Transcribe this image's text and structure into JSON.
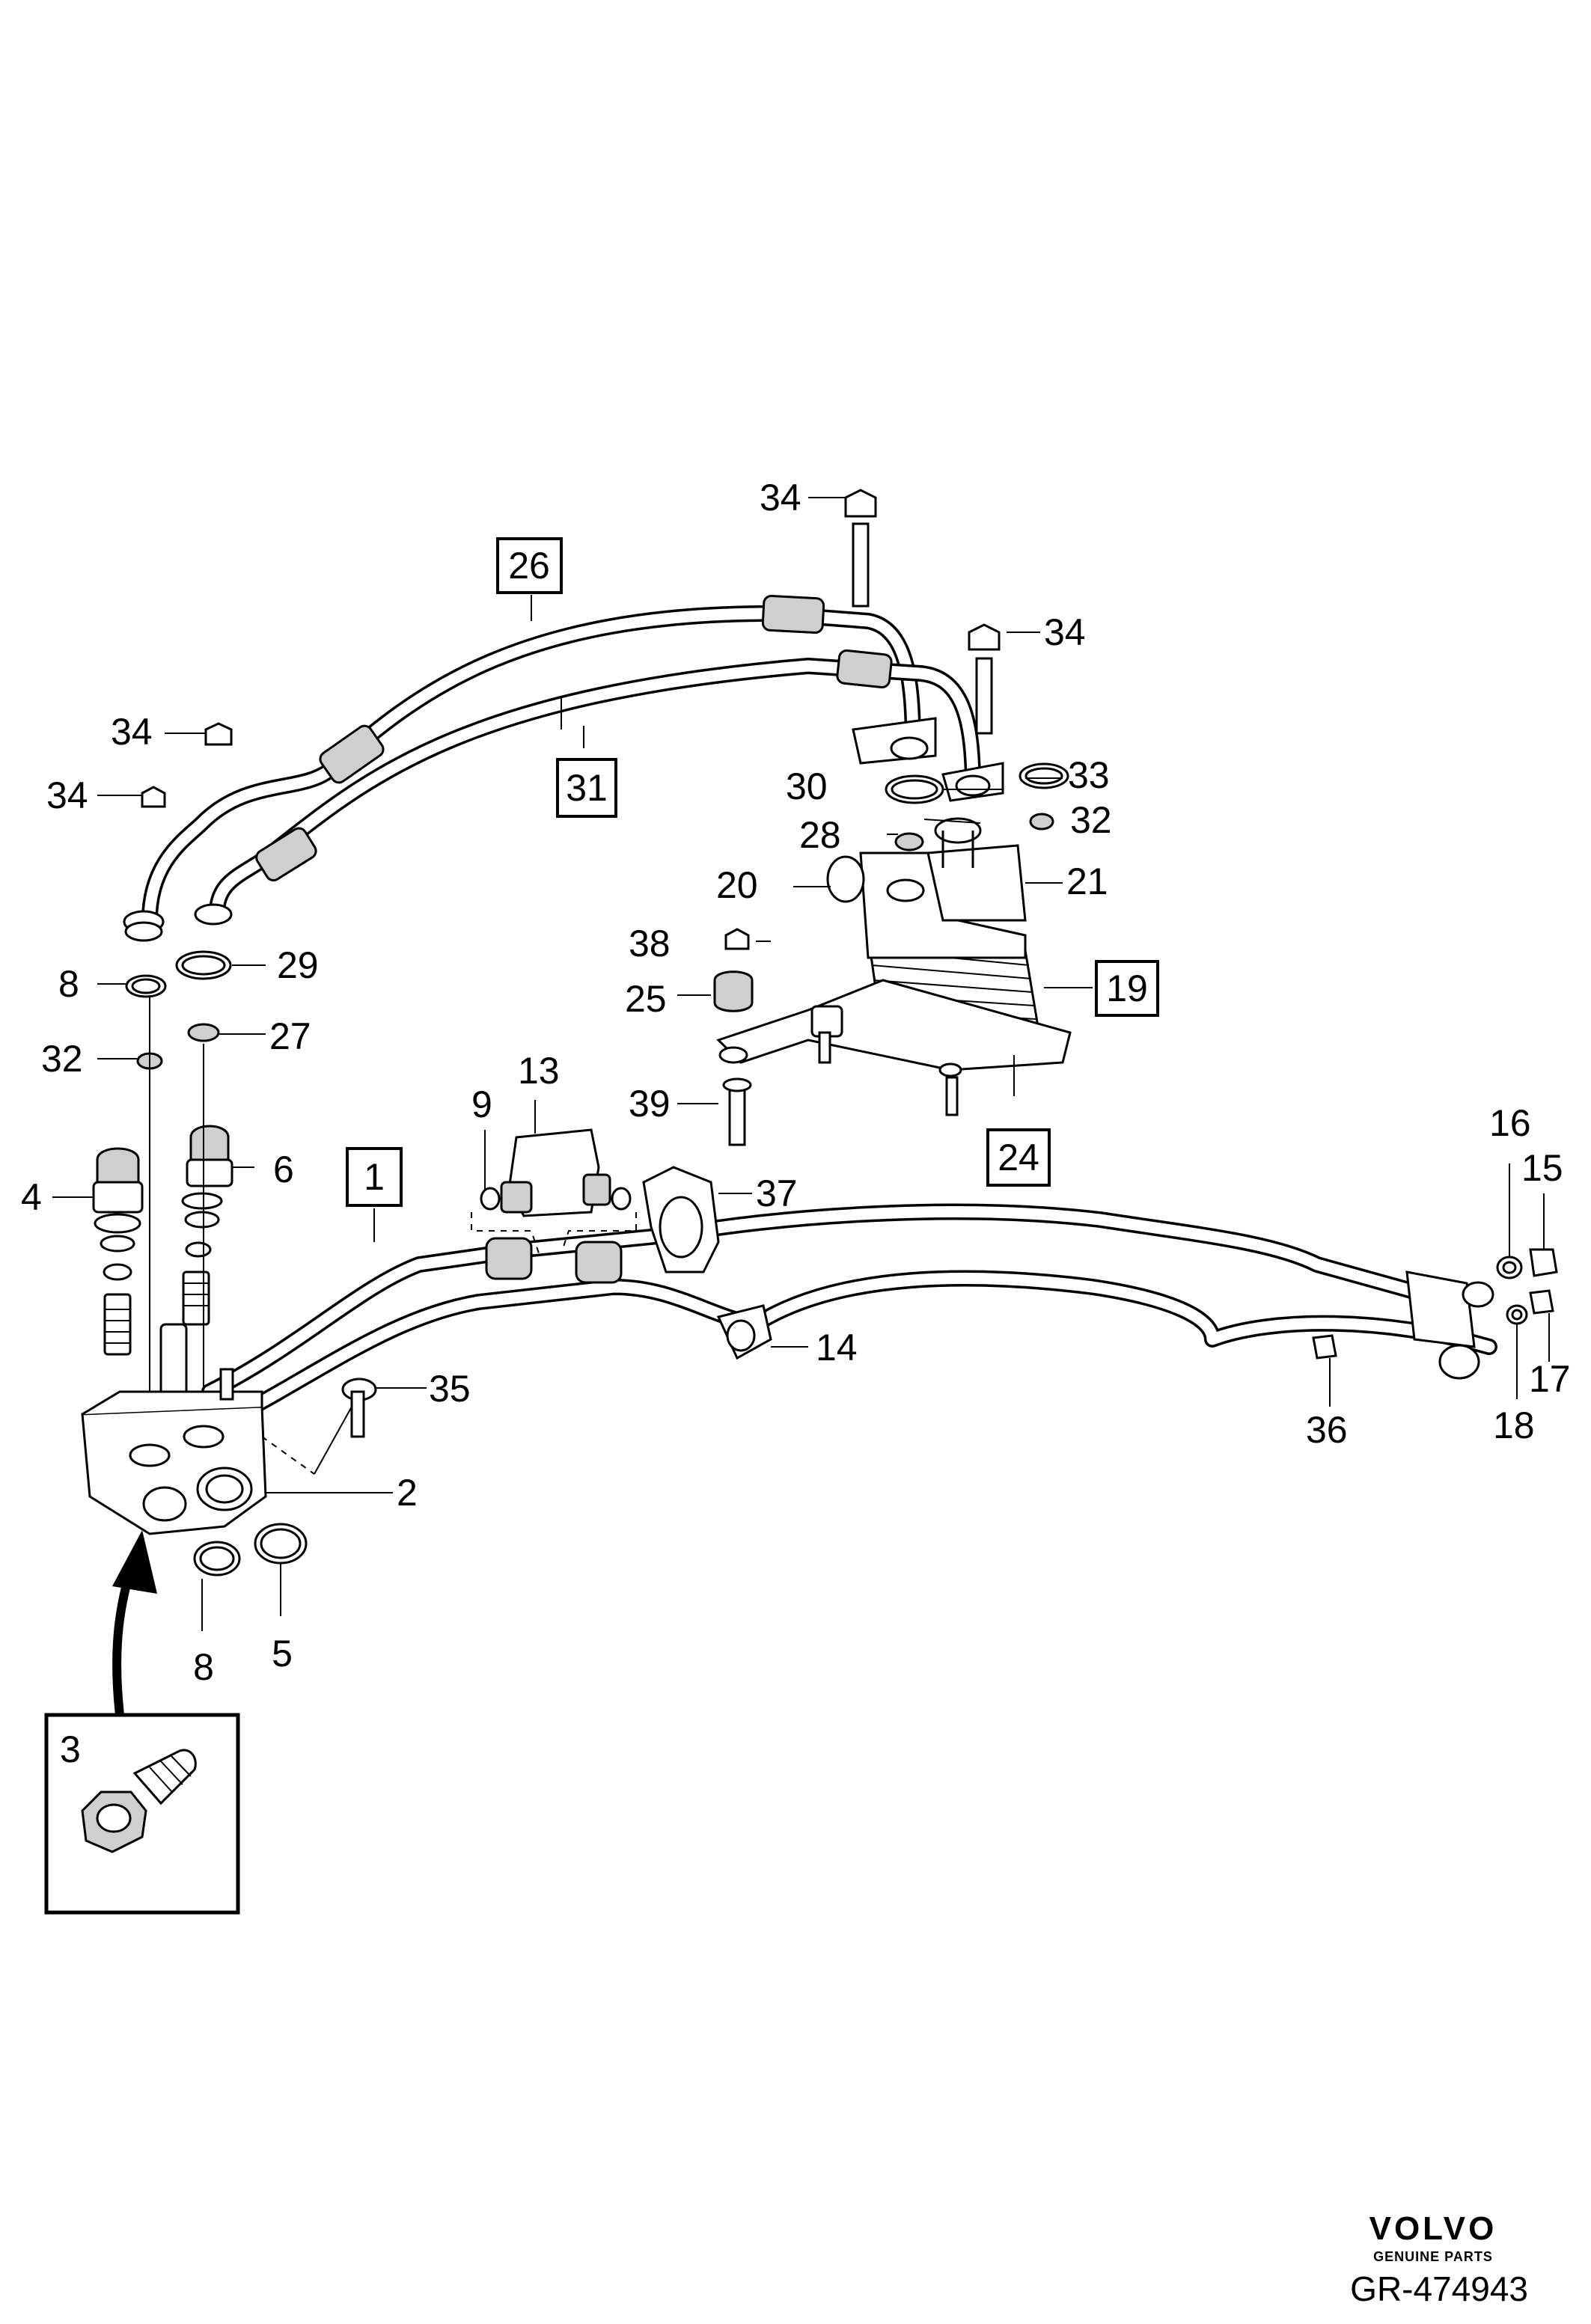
{
  "diagram_id": "GR-474943",
  "brand": {
    "name": "VOLVO",
    "tagline": "GENUINE PARTS"
  },
  "callouts": {
    "c2": "2",
    "c4": "4",
    "c5": "5",
    "c6": "6",
    "c8a": "8",
    "c8b": "8",
    "c9": "9",
    "c13": "13",
    "c14": "14",
    "c15": "15",
    "c16": "16",
    "c17": "17",
    "c18": "18",
    "c20": "20",
    "c21": "21",
    "c25": "25",
    "c27": "27",
    "c28": "28",
    "c29": "29",
    "c30": "30",
    "c32a": "32",
    "c32b": "32",
    "c33": "33",
    "c34a": "34",
    "c34b": "34",
    "c34c": "34",
    "c34d": "34",
    "c35": "35",
    "c36": "36",
    "c37": "37",
    "c38": "38",
    "c39": "39"
  },
  "boxed_callouts": {
    "b1": "1",
    "b19": "19",
    "b24": "24",
    "b26": "26",
    "b31": "31"
  },
  "inset": {
    "label": "3"
  }
}
